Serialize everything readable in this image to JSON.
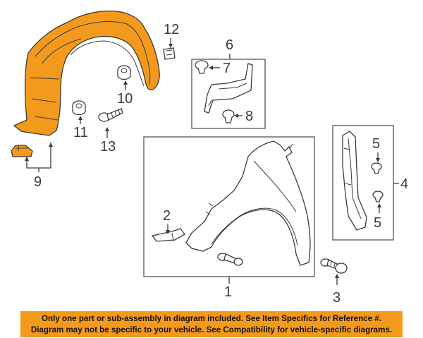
{
  "colors": {
    "highlight": "#f39a1c",
    "banner": "#f39a1c",
    "line": "#3a3a3a"
  },
  "callouts": {
    "c1": "1",
    "c2": "2",
    "c3": "3",
    "c4": "4",
    "c5a": "5",
    "c5b": "5",
    "c6": "6",
    "c7": "7",
    "c8": "8",
    "c9": "9",
    "c10": "10",
    "c11": "11",
    "c12": "12",
    "c13": "13"
  },
  "banner": {
    "line1": "Only one part or sub-assembly in diagram included. See Item Specifics for Reference #.",
    "line2": "Diagram may not be specific to your vehicle. See Compatibility for vehicle-specific diagrams."
  }
}
